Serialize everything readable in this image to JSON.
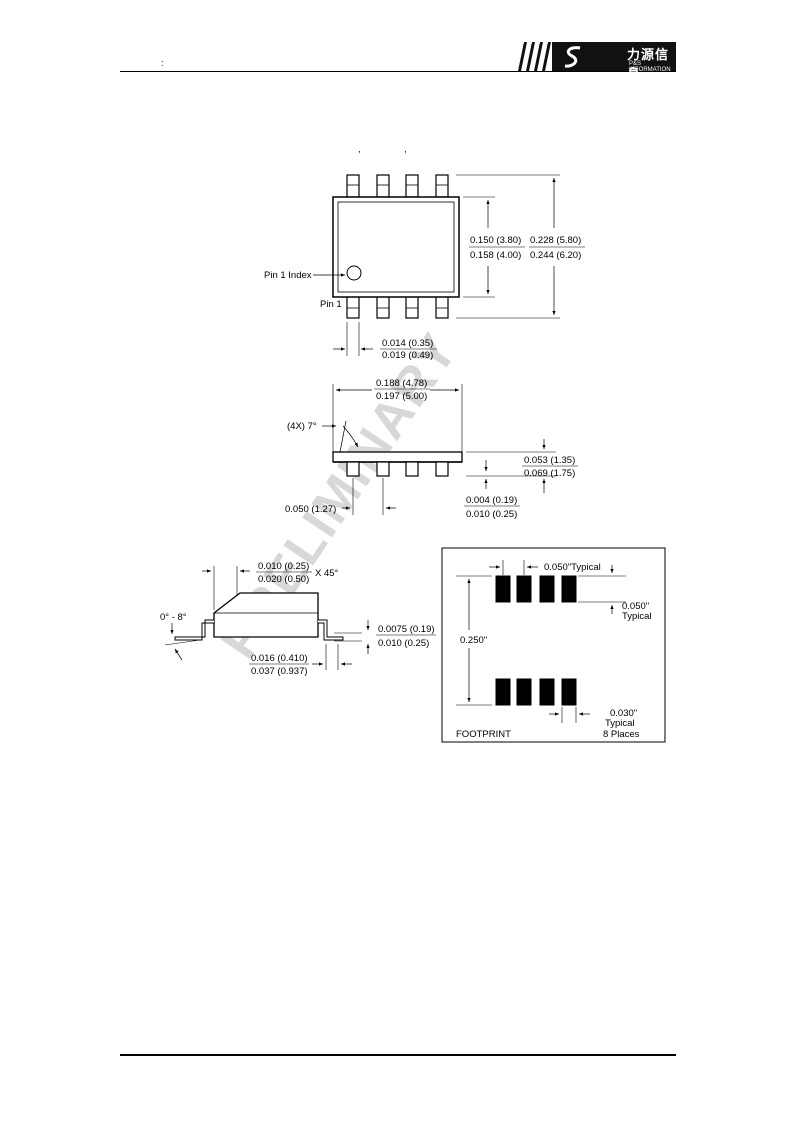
{
  "header": {
    "section_label": ":",
    "logo_cn": "力源信息",
    "logo_en": "P&S INFORMATION"
  },
  "watermark": "PRELIMINARY",
  "top_view": {
    "marks": [
      ",",
      ","
    ],
    "pin1_index_label": "Pin 1 Index",
    "pin1_label": "Pin 1",
    "dim_body_width": [
      "0.150 (3.80)",
      "0.158 (4.00)"
    ],
    "dim_total_width": [
      "0.228 (5.80)",
      "0.244 (6.20)"
    ],
    "dim_lead_width": [
      "0.014 (0.35)",
      "0.019 (0.49)"
    ]
  },
  "side_view": {
    "dim_length": [
      "0.188 (4.78)",
      "0.197 (5.00)"
    ],
    "angle_label": "(4X) 7°",
    "dim_height": [
      "0.053 (1.35)",
      "0.069 (1.75)"
    ],
    "dim_standoff": [
      "0.004 (0.19)",
      "0.010 (0.25)"
    ],
    "dim_pitch": "0.050 (1.27)"
  },
  "end_view": {
    "dim_chamfer": [
      "0.010 (0.25)",
      "0.020 (0.50)"
    ],
    "chamfer_suffix": "X 45°",
    "angle_range": "0° - 8°",
    "dim_lead_thickness": [
      "0.0075 (0.19)",
      "0.010 (0.25)"
    ],
    "dim_foot_length": [
      "0.016 (0.410)",
      "0.037 (0.937)"
    ]
  },
  "footprint": {
    "title": "FOOTPRINT",
    "pitch": "0.050\"Typical",
    "pad_length": "0.050\"",
    "pad_length_note": "Typical",
    "row_span": "0.250\"",
    "pad_width": "0.030\"",
    "pad_width_note1": "Typical",
    "pad_width_note2": "8 Places"
  }
}
